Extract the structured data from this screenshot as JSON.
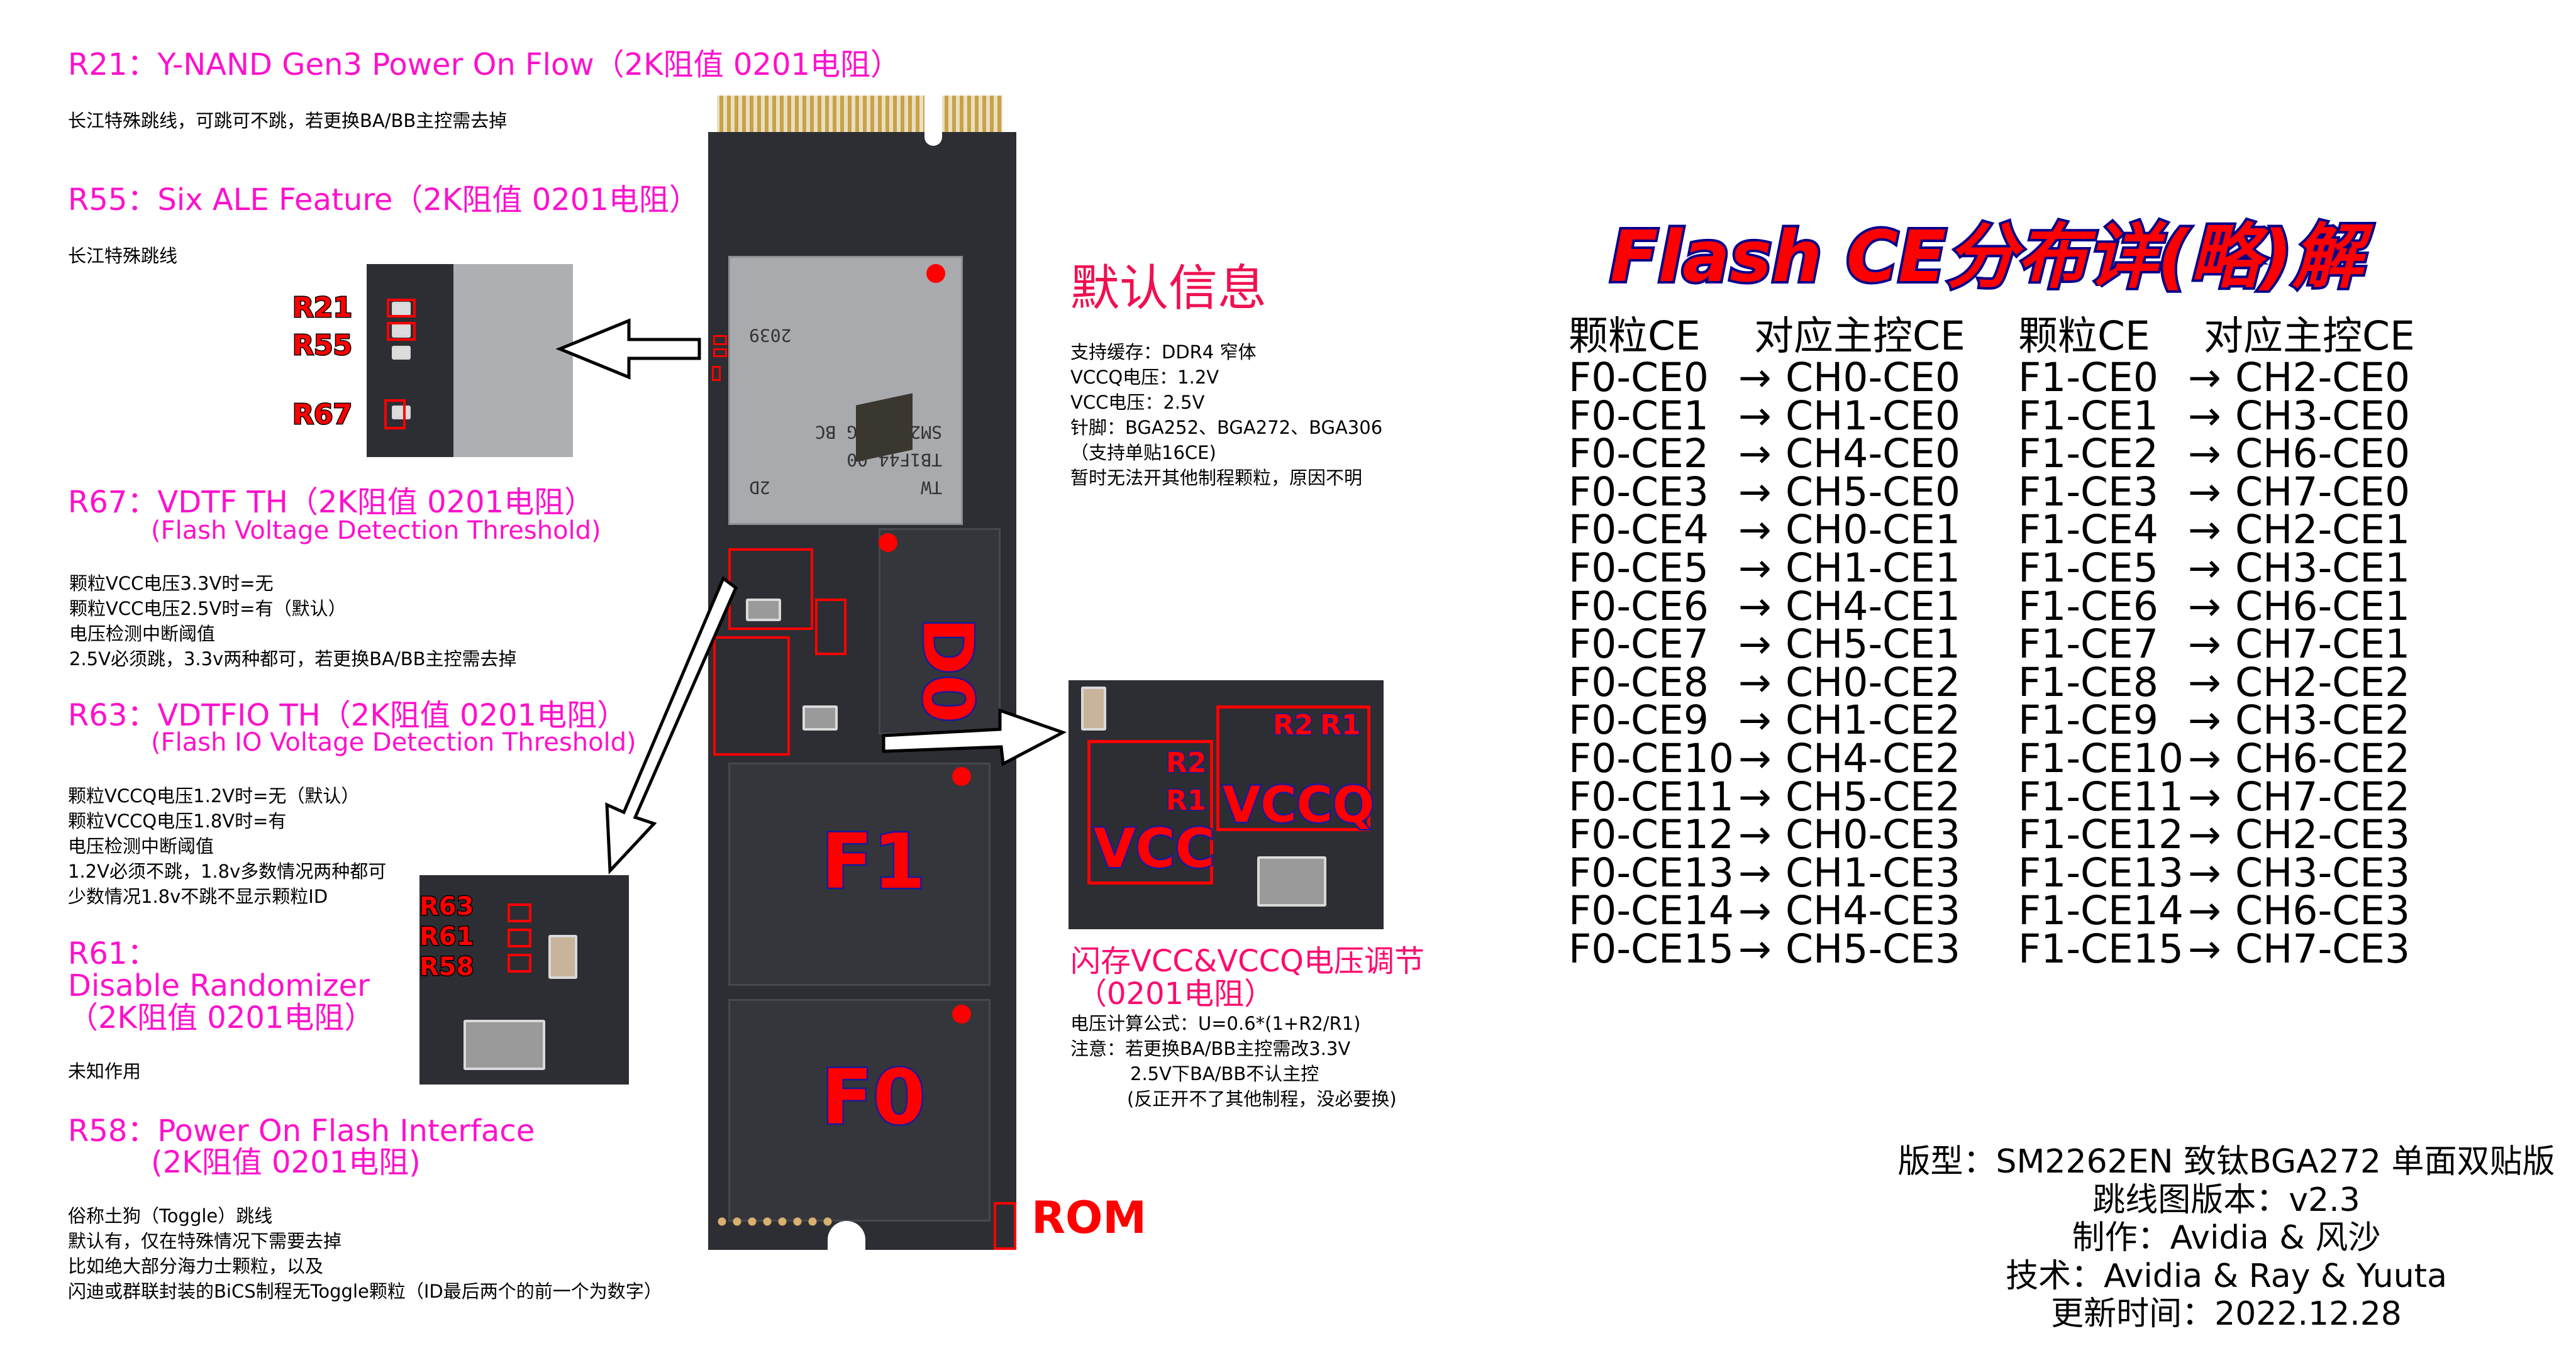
{
  "left": {
    "r21": {
      "title": "R21：Y-NAND Gen3 Power On Flow（2K阻值 0201电阻）",
      "note": "长江特殊跳线，可跳可不跳，若更换BA/BB主控需去掉"
    },
    "r55": {
      "title": "R55：Six ALE Feature（2K阻值 0201电阻）",
      "note": "长江特殊跳线"
    },
    "r67": {
      "title": "R67：VDTF TH（2K阻值 0201电阻）",
      "subtitle": "(Flash Voltage Detection Threshold)",
      "notes": [
        "颗粒VCC电压3.3V时=无",
        "颗粒VCC电压2.5V时=有（默认）",
        "电压检测中断阈值",
        "2.5V必须跳，3.3v两种都可，若更换BA/BB主控需去掉"
      ]
    },
    "r63": {
      "title": "R63：VDTFIO TH（2K阻值 0201电阻）",
      "subtitle": "(Flash IO Voltage Detection Threshold)",
      "notes": [
        "颗粒VCCQ电压1.2V时=无（默认）",
        "颗粒VCCQ电压1.8V时=有",
        "电压检测中断阈值",
        "1.2V必须不跳，1.8v多数情况两种都可",
        "少数情况1.8v不跳不显示颗粒ID"
      ]
    },
    "r61": {
      "title_lines": [
        "R61：",
        "Disable Randomizer",
        "（2K阻值 0201电阻）"
      ],
      "note": "未知作用"
    },
    "r58": {
      "title": "R58：Power On Flash Interface",
      "subtitle": "(2K阻值 0201电阻)",
      "notes": [
        "俗称土狗（Toggle）跳线",
        "默认有，仅在特殊情况下需要去掉",
        "比如绝大部分海力士颗粒，以及",
        "闪迪或群联封装的BiCS制程无Toggle颗粒（ID最后两个的前一个为数字）"
      ]
    }
  },
  "insets": {
    "top": {
      "labels": [
        "R21",
        "R55",
        "R67"
      ]
    },
    "bottom": {
      "labels": [
        "R63",
        "R61",
        "R58"
      ]
    },
    "vcc": {
      "labels": [
        "R2",
        "R1",
        "R2",
        "R1",
        "VCC",
        "VCCQ"
      ]
    }
  },
  "board": {
    "controller_marking": [
      "2D",
      "TW",
      "TB1F44.00",
      "SM2262ENG BC",
      "2039"
    ],
    "labels": {
      "d0": "D0",
      "f1": "F1",
      "f0": "F0",
      "rom": "ROM"
    }
  },
  "info": {
    "title": "默认信息",
    "lines": [
      "支持缓存：DDR4 窄体",
      "VCCQ电压：1.2V",
      "VCC电压：2.5V",
      "针脚：BGA252、BGA272、BGA306",
      "（支持单贴16CE)",
      "暂时无法开其他制程颗粒，原因不明"
    ]
  },
  "vcc_section": {
    "title": "闪存VCC&VCCQ电压调节",
    "subtitle": "（0201电阻）",
    "lines": [
      "电压计算公式：U=0.6*(1+R2/R1)",
      "注意：若更换BA/BB主控需改3.3V",
      "2.5V下BA/BB不认主控",
      "(反正开不了其他制程，没必要换)"
    ]
  },
  "ce_table": {
    "title": "Flash CE分布详(略)解",
    "headers": [
      "颗粒CE",
      "对应主控CE",
      "颗粒CE",
      "对应主控CE"
    ],
    "arrow": "→",
    "rows": [
      [
        "F0-CE0",
        "CH0-CE0",
        "F1-CE0",
        "CH2-CE0"
      ],
      [
        "F0-CE1",
        "CH1-CE0",
        "F1-CE1",
        "CH3-CE0"
      ],
      [
        "F0-CE2",
        "CH4-CE0",
        "F1-CE2",
        "CH6-CE0"
      ],
      [
        "F0-CE3",
        "CH5-CE0",
        "F1-CE3",
        "CH7-CE0"
      ],
      [
        "F0-CE4",
        "CH0-CE1",
        "F1-CE4",
        "CH2-CE1"
      ],
      [
        "F0-CE5",
        "CH1-CE1",
        "F1-CE5",
        "CH3-CE1"
      ],
      [
        "F0-CE6",
        "CH4-CE1",
        "F1-CE6",
        "CH6-CE1"
      ],
      [
        "F0-CE7",
        "CH5-CE1",
        "F1-CE7",
        "CH7-CE1"
      ],
      [
        "F0-CE8",
        "CH0-CE2",
        "F1-CE8",
        "CH2-CE2"
      ],
      [
        "F0-CE9",
        "CH1-CE2",
        "F1-CE9",
        "CH3-CE2"
      ],
      [
        "F0-CE10",
        "CH4-CE2",
        "F1-CE10",
        "CH6-CE2"
      ],
      [
        "F0-CE11",
        "CH5-CE2",
        "F1-CE11",
        "CH7-CE2"
      ],
      [
        "F0-CE12",
        "CH0-CE3",
        "F1-CE12",
        "CH2-CE3"
      ],
      [
        "F0-CE13",
        "CH1-CE3",
        "F1-CE13",
        "CH3-CE3"
      ],
      [
        "F0-CE14",
        "CH4-CE3",
        "F1-CE14",
        "CH6-CE3"
      ],
      [
        "F0-CE15",
        "CH5-CE3",
        "F1-CE15",
        "CH7-CE3"
      ]
    ]
  },
  "footer": [
    "版型：SM2262EN 致钛BGA272 单面双贴版",
    "跳线图版本：v2.3",
    "制作：Avidia & 风沙",
    "技术：Avidia & Ray & Yuuta",
    "更新时间：2022.12.28"
  ],
  "colors": {
    "magenta": "#ff10cc",
    "red": "#ff0000",
    "pink_red": "#ff0a6e",
    "pcb": "#2c2e33"
  }
}
